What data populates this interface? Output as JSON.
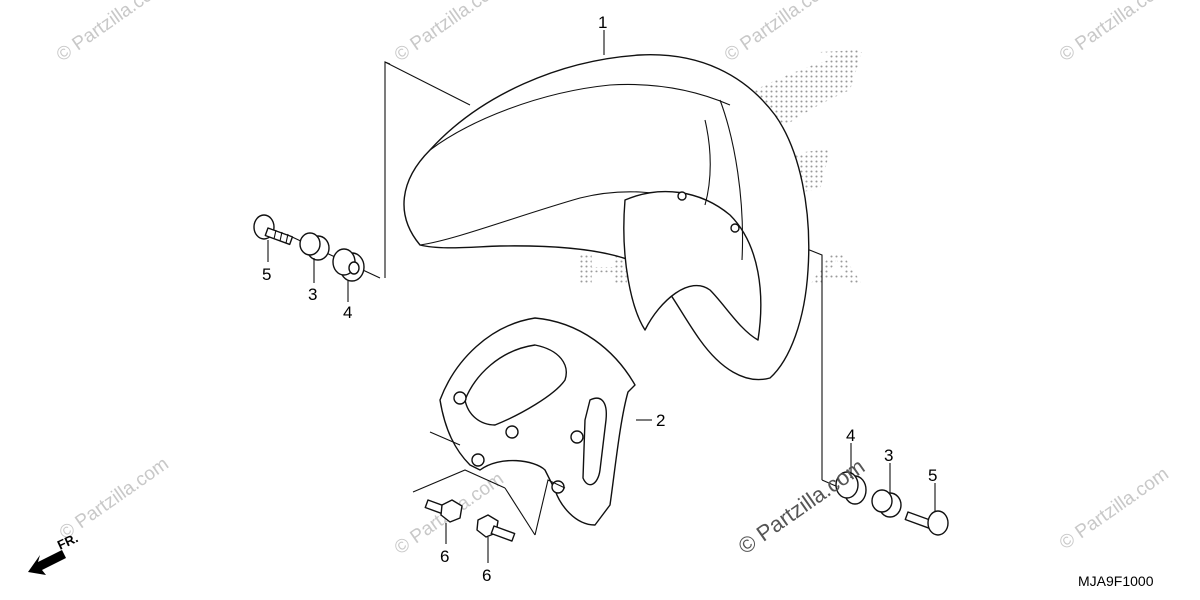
{
  "diagram": {
    "callouts": {
      "fender": "1",
      "stay": "2",
      "collar_left": "3",
      "rubber_left": "4",
      "bolt_left": "5",
      "bolt_bottom_a": "6",
      "bolt_bottom_b": "6",
      "rubber_right": "4",
      "collar_right": "3",
      "bolt_right": "5"
    },
    "diagram_code": "MJA9F1000",
    "front_indicator": "FR.",
    "logo_text": "HONDA",
    "watermarks": {
      "small": "© Partzilla.com",
      "center": "© Partzilla.com"
    }
  }
}
